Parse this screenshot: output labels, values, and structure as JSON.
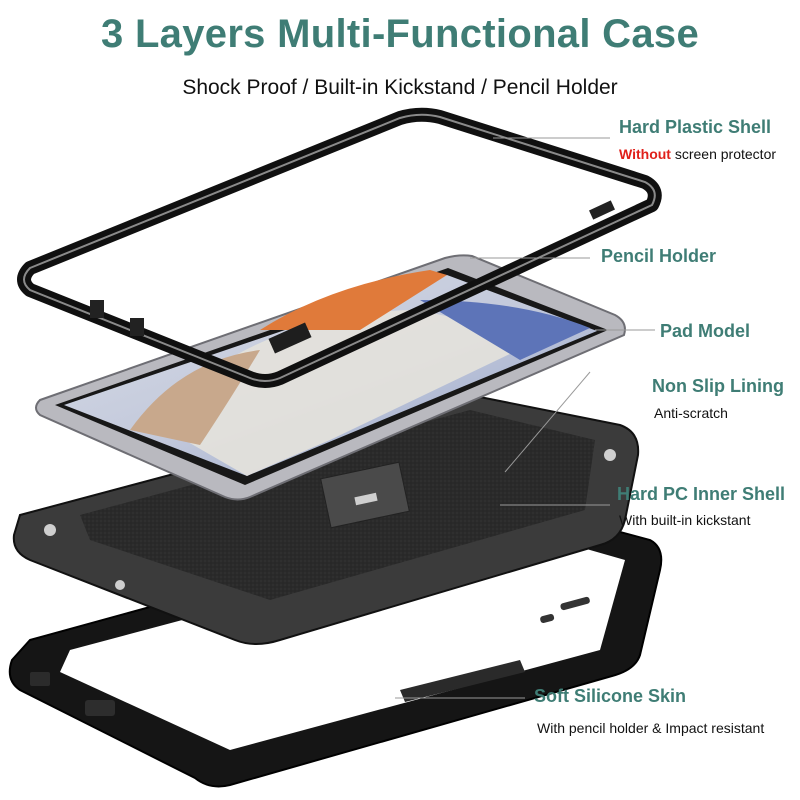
{
  "title": "3 Layers Multi-Functional Case",
  "subtitle": "Shock Proof / Built-in Kickstand / Pencil Holder",
  "colors": {
    "accent": "#3f7d75",
    "warning": "#e0201a",
    "text": "#111111"
  },
  "callouts": {
    "hard_shell": {
      "label": "Hard Plastic Shell",
      "desc_emph": "Without",
      "desc_rest": " screen protector"
    },
    "pencil_holder": {
      "label": "Pencil Holder"
    },
    "pad_model": {
      "label": "Pad Model"
    },
    "lining": {
      "label": "Non Slip Lining",
      "desc": "Anti-scratch"
    },
    "inner_shell": {
      "label": "Hard PC Inner Shell",
      "desc": "With built-in kickstant"
    },
    "silicone": {
      "label": "Soft Silicone Skin",
      "desc": "With pencil holder & Impact resistant"
    }
  }
}
